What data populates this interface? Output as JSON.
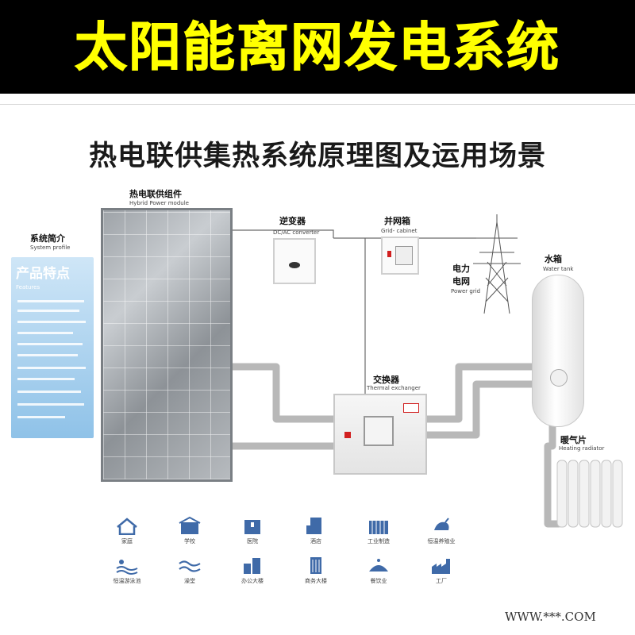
{
  "banner": {
    "title": "太阳能离网发电系统",
    "bg": "#000000",
    "color": "#ffff00"
  },
  "diagram_title": "热电联供集热系统原理图及运用场景",
  "labels": {
    "hybrid_cn": "热电联供组件",
    "hybrid_en": "Hybrid Power module",
    "profile_cn": "系统简介",
    "profile_en": "System profile",
    "inverter_cn": "逆变器",
    "inverter_en": "DC/AC converter",
    "cabinet_cn": "并网箱",
    "cabinet_en": "Grid- cabinet",
    "grid_cn_1": "电力",
    "grid_cn_2": "电网",
    "grid_en": "Power grid",
    "tank_cn": "水箱",
    "tank_en": "Water tank",
    "exchanger_cn": "交换器",
    "exchanger_en": "Thermal exchanger",
    "radiator_cn": "暖气片",
    "radiator_en": "Heating radiator"
  },
  "features": {
    "title": "产品特点",
    "subtitle": "Features"
  },
  "scenarios": [
    {
      "label": "家庭",
      "icon": "house-icon"
    },
    {
      "label": "学校",
      "icon": "school-icon"
    },
    {
      "label": "医院",
      "icon": "hospital-icon"
    },
    {
      "label": "酒店",
      "icon": "hotel-icon"
    },
    {
      "label": "工业制造",
      "icon": "factory-icon"
    },
    {
      "label": "恒温养殖业",
      "icon": "rooster-icon"
    },
    {
      "label": "恒温游泳池",
      "icon": "swimmer-icon"
    },
    {
      "label": "澡堂",
      "icon": "bath-icon"
    },
    {
      "label": "办公大楼",
      "icon": "office-icon"
    },
    {
      "label": "商务大楼",
      "icon": "building-icon"
    },
    {
      "label": "餐饮业",
      "icon": "dining-icon"
    },
    {
      "label": "工厂",
      "icon": "plant-icon"
    }
  ],
  "watermark": "WWW.***.COM",
  "colors": {
    "pipe": "#bdbdbd",
    "accent_red": "#d11f1f",
    "icon_blue": "#3f6aa8"
  }
}
